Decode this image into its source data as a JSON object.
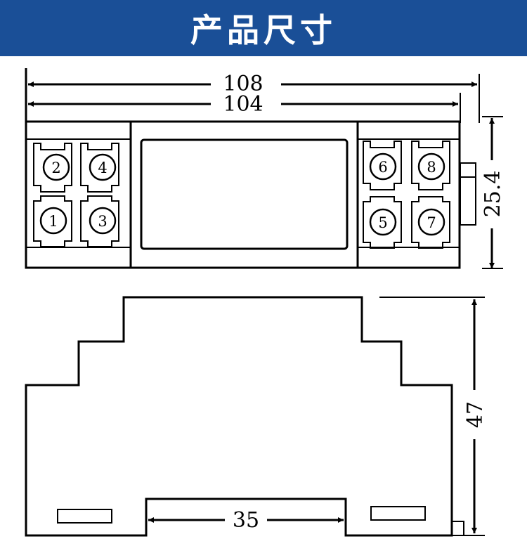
{
  "header": {
    "title": "产品尺寸",
    "background_color": "#1a4f97",
    "text_color": "#ffffff"
  },
  "top_view": {
    "dimension_overall": "108",
    "dimension_inner": "104",
    "dimension_height": "25.4",
    "terminals": {
      "left_top": [
        "2",
        "4"
      ],
      "left_bottom": [
        "1",
        "3"
      ],
      "right_top": [
        "6",
        "8"
      ],
      "right_bottom": [
        "5",
        "7"
      ]
    }
  },
  "side_view": {
    "dimension_height": "47",
    "dimension_rail": "35"
  }
}
